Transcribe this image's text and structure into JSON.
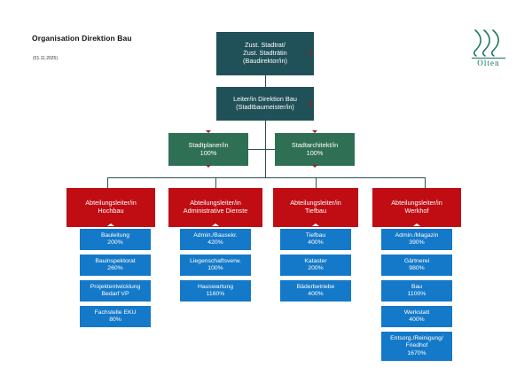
{
  "header": {
    "title": "Organisation Direktion Bau",
    "date": "(01.11.2025)"
  },
  "logo": {
    "name": "olten-logo",
    "wordmark": "Olten",
    "color": "#12715a"
  },
  "colors": {
    "level1": "#215158",
    "level2": "#215158",
    "level3": "#2f7055",
    "level4": "#c00d13",
    "level5": "#1479c8",
    "connector": "#2b4f55",
    "marker": "#a81a22"
  },
  "chart_data": {
    "type": "org-chart",
    "title": "Organisation Direktion Bau",
    "nodes": [
      {
        "id": "stadtrat",
        "level": 1,
        "label": "Zust. Stadtrat/\nZust. Stadträtin\n(Baudirektor/in)",
        "color": "#215158"
      },
      {
        "id": "leiter-direktion-bau",
        "level": 2,
        "label": "Leiter/in Direktion Bau\n(Stadtbaumeister/in)",
        "color": "#215158",
        "parent": "stadtrat"
      },
      {
        "id": "stadtplaner",
        "level": 3,
        "label": "Stadtplaner/in\n100%",
        "name": "Stadtplaner/in",
        "percent": "100%",
        "color": "#2f7055",
        "parent": "leiter-direktion-bau"
      },
      {
        "id": "stadtarchitekt",
        "level": 3,
        "label": "Stadtarchitekt/in\n100%",
        "name": "Stadtarchitekt/in",
        "percent": "100%",
        "color": "#2f7055",
        "parent": "leiter-direktion-bau"
      },
      {
        "id": "al-hochbau",
        "level": 4,
        "label": "Abteilungsleiter/in\nHochbau",
        "color": "#c00d13",
        "parent": "leiter-direktion-bau"
      },
      {
        "id": "al-admin",
        "level": 4,
        "label": "Abteilungsleiter/in\nAdministrative Dienste",
        "color": "#c00d13",
        "parent": "leiter-direktion-bau"
      },
      {
        "id": "al-tiefbau",
        "level": 4,
        "label": "Abteilungsleiter/in\nTiefbau",
        "color": "#c00d13",
        "parent": "leiter-direktion-bau"
      },
      {
        "id": "al-werkhof",
        "level": 4,
        "label": "Abteilungsleiter/in\nWerkhof",
        "color": "#c00d13",
        "parent": "leiter-direktion-bau"
      }
    ],
    "columns": [
      {
        "head_id": "al-hochbau",
        "head_label": "Abteilungsleiter/in\nHochbau",
        "units": [
          {
            "label": "Bauleitung\n200%",
            "name": "Bauleitung",
            "percent": "200%"
          },
          {
            "label": "Bauinspektorat\n260%",
            "name": "Bauinspektorat",
            "percent": "260%"
          },
          {
            "label": "Projektentwicklung\nBedarf VP",
            "name": "Projektentwicklung Bedarf VP",
            "percent": ""
          },
          {
            "label": "Fachstelle EKU\n80%",
            "name": "Fachstelle EKU",
            "percent": "80%"
          }
        ]
      },
      {
        "head_id": "al-admin",
        "head_label": "Abteilungsleiter/in\nAdministrative Dienste",
        "units": [
          {
            "label": "Admin./Bausekr.\n420%",
            "name": "Admin./Bausekr.",
            "percent": "420%"
          },
          {
            "label": "Liegenschaftsverw.\n100%",
            "name": "Liegenschaftsverw.",
            "percent": "100%"
          },
          {
            "label": "Hauswartung\n1160%",
            "name": "Hauswartung",
            "percent": "1160%"
          }
        ]
      },
      {
        "head_id": "al-tiefbau",
        "head_label": "Abteilungsleiter/in\nTiefbau",
        "units": [
          {
            "label": "Tiefbau\n400%",
            "name": "Tiefbau",
            "percent": "400%"
          },
          {
            "label": "Kataster\n200%",
            "name": "Kataster",
            "percent": "200%"
          },
          {
            "label": "Bäderbetriebe\n400%",
            "name": "Bäderbetriebe",
            "percent": "400%"
          }
        ]
      },
      {
        "head_id": "al-werkhof",
        "head_label": "Abteilungsleiter/in\nWerkhof",
        "units": [
          {
            "label": "Admin./Magazin\n390%",
            "name": "Admin./Magazin",
            "percent": "390%"
          },
          {
            "label": "Gärtnerei\n980%",
            "name": "Gärtnerei",
            "percent": "980%"
          },
          {
            "label": "Bau\n1100%",
            "name": "Bau",
            "percent": "1100%"
          },
          {
            "label": "Werkstatt\n400%",
            "name": "Werkstatt",
            "percent": "400%"
          },
          {
            "label": "Entsorg./Reinigung/\nFriedhof\n1670%",
            "name": "Entsorg./Reinigung/Friedhof",
            "percent": "1670%"
          }
        ]
      }
    ]
  }
}
